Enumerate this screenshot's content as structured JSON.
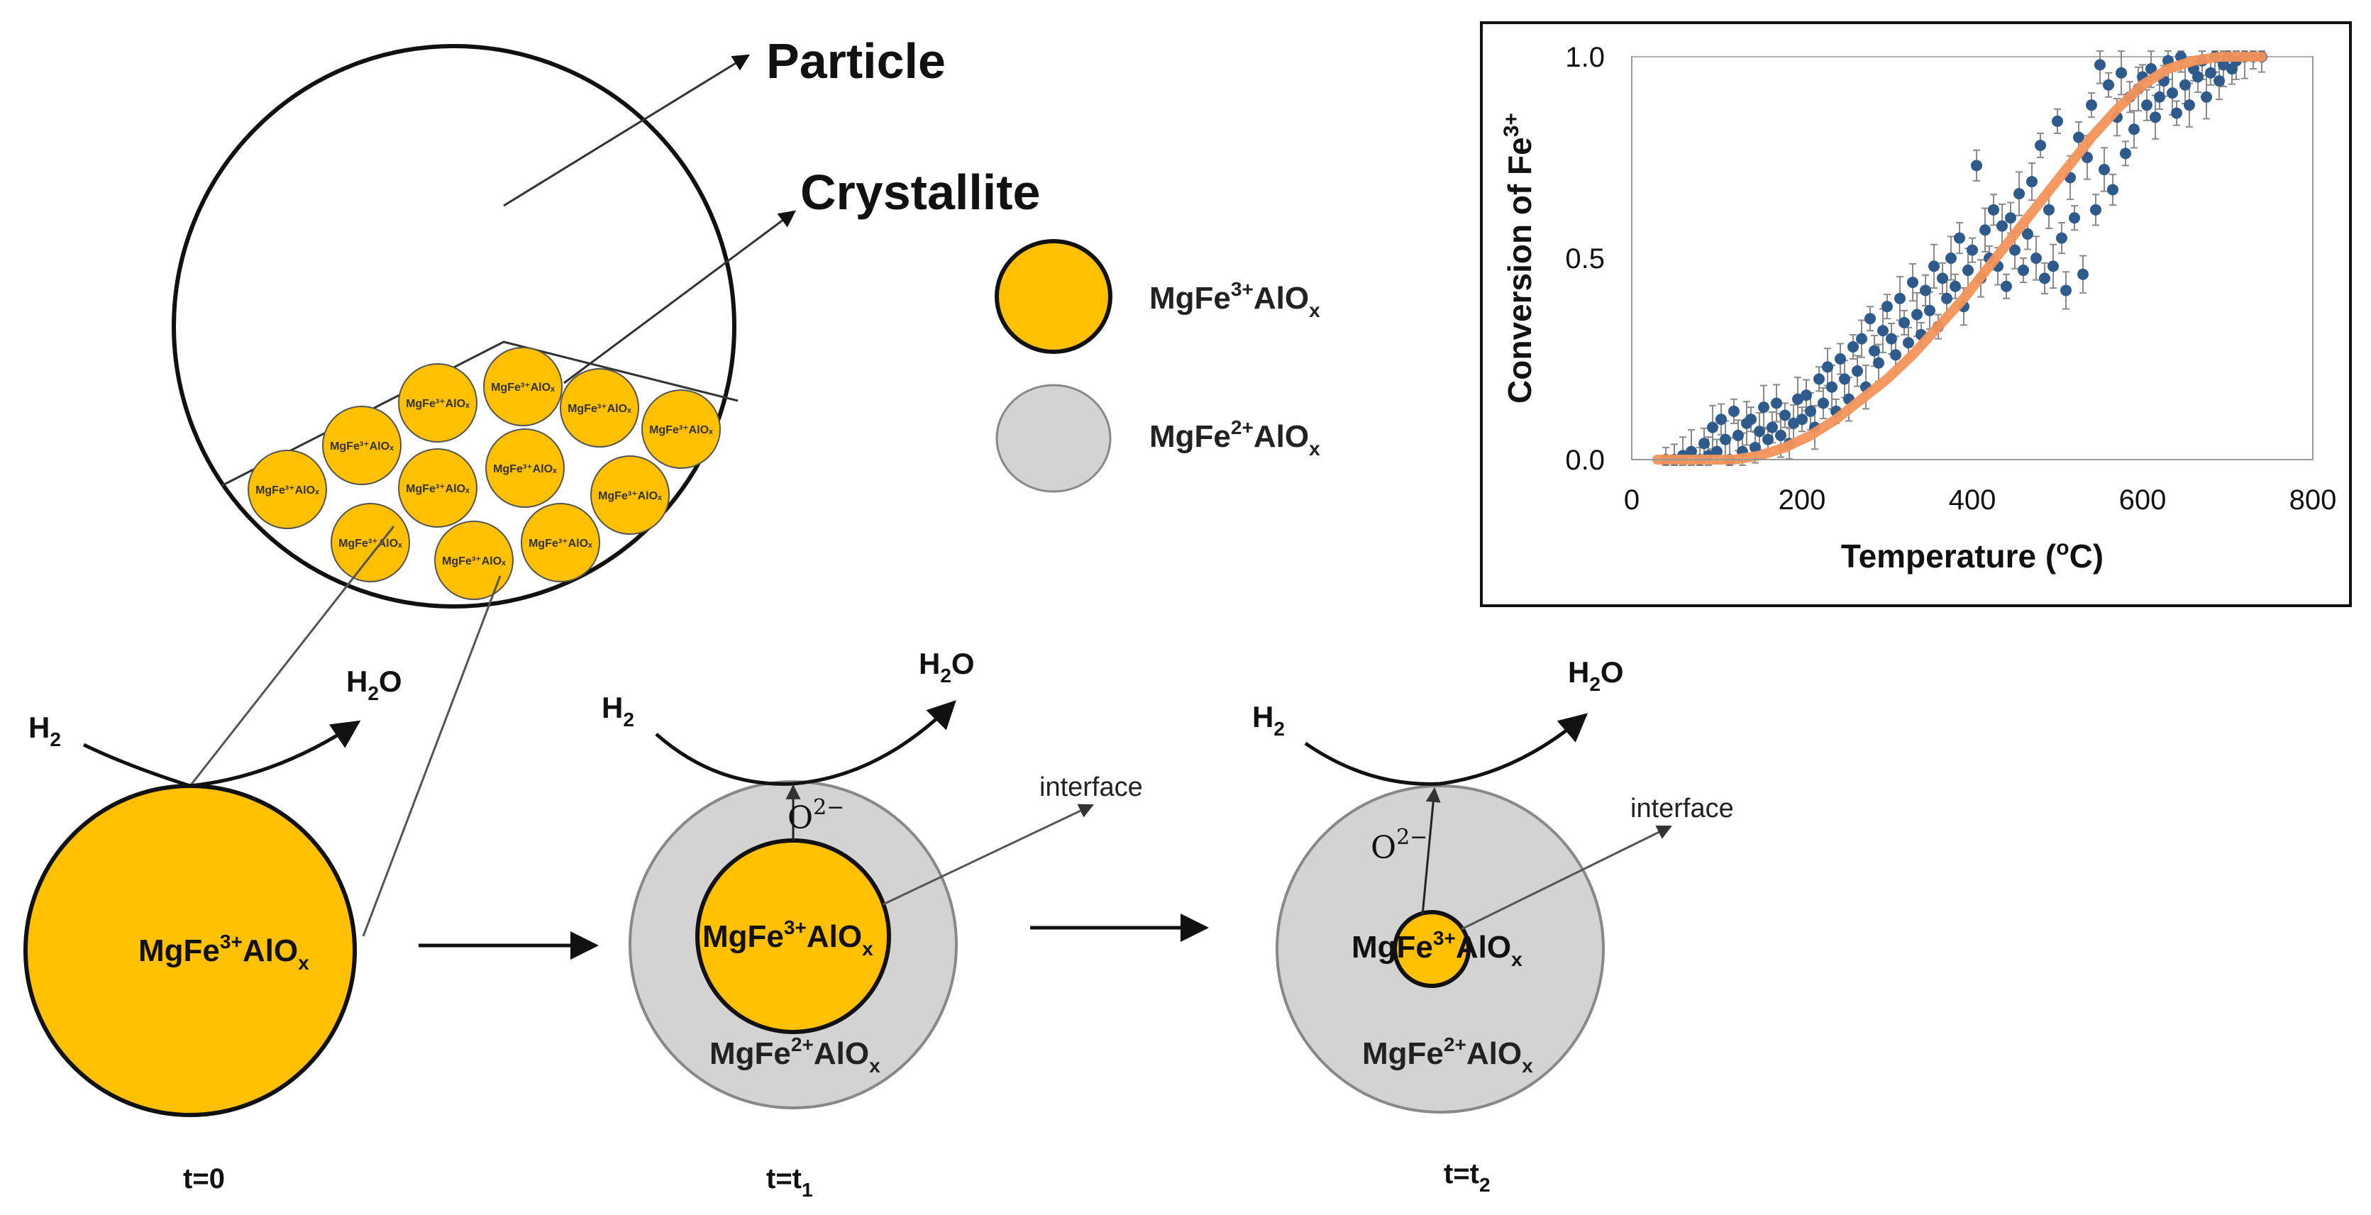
{
  "colors": {
    "fe3": "#FFC000",
    "fe2": "#D3D3D3",
    "outline": "#111111",
    "data_points": "#2F5B8C",
    "fit_curve": "#F4935A",
    "error_bars": "#8A8A8A",
    "gridline": "#B0B0B0"
  },
  "labels": {
    "particle": "Particle",
    "crystallite": "Crystallite",
    "small_crystal": "MgFe³⁺AlOₓ",
    "h2": "H",
    "h2o": "H",
    "sub_2": "2",
    "o_letter": "O",
    "interface": "interface",
    "o2_base": "O",
    "o2_sup": "2−"
  },
  "legend": [
    {
      "id": "fe3",
      "base": "MgFe",
      "sup": "3+",
      "mid": "AlO",
      "sub": "x"
    },
    {
      "id": "fe2",
      "base": "MgFe",
      "sup": "2+",
      "mid": "AlO",
      "sub": "x"
    }
  ],
  "stages": [
    {
      "time": {
        "base": "t=",
        "val": "0",
        "sub": ""
      },
      "core": {
        "base": "MgFe",
        "sup": "3+",
        "mid": "AlO",
        "sub": "x"
      },
      "shell": null,
      "show_interface": false,
      "show_o2": false
    },
    {
      "time": {
        "base": "t=t",
        "val": "",
        "sub": "1"
      },
      "core": {
        "base": "MgFe",
        "sup": "3+",
        "mid": "AlO",
        "sub": "x"
      },
      "shell": {
        "base": "MgFe",
        "sup": "2+",
        "mid": "AlO",
        "sub": "x"
      },
      "show_interface": true,
      "show_o2": true
    },
    {
      "time": {
        "base": "t=t",
        "val": "",
        "sub": "2"
      },
      "core": {
        "base": "MgFe",
        "sup": "3+",
        "mid": "AlO",
        "sub": "x"
      },
      "shell": {
        "base": "MgFe",
        "sup": "2+",
        "mid": "AlO",
        "sub": "x"
      },
      "show_interface": true,
      "show_o2": true
    }
  ],
  "chart_data": {
    "type": "scatter",
    "title": "",
    "xlabel": {
      "base": "Temperature (",
      "sup": "o",
      "rest": "C)"
    },
    "ylabel": {
      "base": "Conversion of Fe",
      "sup": "3+"
    },
    "xlim": [
      0,
      800
    ],
    "ylim": [
      0,
      1.0
    ],
    "xticks": [
      "0",
      "200",
      "400",
      "600",
      "800"
    ],
    "yticks": [
      "0.0",
      "0.5",
      "1.0"
    ],
    "grid": "horizontal line at 1.0 only",
    "legend": "none",
    "series": [
      {
        "kind": "points",
        "x": [
          40,
          50,
          60,
          70,
          80,
          85,
          90,
          95,
          100,
          105,
          110,
          115,
          120,
          125,
          130,
          135,
          140,
          145,
          150,
          155,
          160,
          165,
          170,
          175,
          180,
          185,
          190,
          195,
          200,
          205,
          210,
          215,
          220,
          225,
          230,
          235,
          240,
          245,
          250,
          255,
          260,
          265,
          270,
          275,
          280,
          285,
          290,
          295,
          300,
          305,
          310,
          315,
          320,
          325,
          330,
          335,
          340,
          345,
          350,
          355,
          360,
          365,
          370,
          375,
          380,
          385,
          390,
          395,
          400,
          405,
          410,
          415,
          420,
          425,
          430,
          435,
          440,
          445,
          450,
          455,
          460,
          465,
          470,
          475,
          480,
          485,
          490,
          495,
          500,
          505,
          510,
          515,
          520,
          525,
          530,
          535,
          540,
          545,
          550,
          555,
          560,
          565,
          570,
          575,
          580,
          585,
          590,
          595,
          600,
          605,
          610,
          615,
          620,
          625,
          630,
          635,
          640,
          645,
          650,
          655,
          660,
          665,
          670,
          675,
          680,
          685,
          690,
          695,
          700,
          705,
          710,
          720,
          730,
          740
        ],
        "y": [
          0.0,
          0.0,
          0.01,
          0.02,
          0.0,
          0.04,
          0.01,
          0.08,
          0.02,
          0.1,
          0.05,
          0.0,
          0.12,
          0.06,
          0.02,
          0.09,
          0.1,
          0.03,
          0.07,
          0.13,
          0.05,
          0.08,
          0.14,
          0.06,
          0.11,
          0.04,
          0.09,
          0.15,
          0.1,
          0.16,
          0.12,
          0.08,
          0.2,
          0.14,
          0.23,
          0.18,
          0.12,
          0.25,
          0.2,
          0.15,
          0.28,
          0.22,
          0.3,
          0.18,
          0.35,
          0.27,
          0.24,
          0.32,
          0.38,
          0.3,
          0.26,
          0.4,
          0.34,
          0.29,
          0.44,
          0.36,
          0.31,
          0.42,
          0.37,
          0.48,
          0.33,
          0.45,
          0.4,
          0.5,
          0.43,
          0.55,
          0.38,
          0.47,
          0.52,
          0.73,
          0.45,
          0.57,
          0.5,
          0.62,
          0.48,
          0.58,
          0.43,
          0.6,
          0.52,
          0.66,
          0.47,
          0.56,
          0.69,
          0.5,
          0.78,
          0.45,
          0.62,
          0.48,
          0.84,
          0.55,
          0.42,
          0.7,
          0.6,
          0.8,
          0.46,
          0.75,
          0.88,
          0.62,
          0.98,
          0.72,
          0.93,
          0.67,
          0.85,
          0.96,
          0.76,
          0.9,
          0.82,
          0.92,
          0.95,
          0.88,
          0.97,
          0.85,
          0.9,
          0.94,
          0.99,
          0.91,
          0.86,
          1.0,
          0.93,
          0.88,
          0.97,
          0.95,
          0.99,
          0.9,
          0.96,
          1.0,
          0.94,
          0.98,
          1.0,
          0.97,
          0.99,
          1.0,
          1.0,
          1.0
        ]
      },
      {
        "kind": "fit",
        "x": [
          30,
          60,
          90,
          120,
          150,
          180,
          210,
          240,
          270,
          300,
          330,
          360,
          390,
          420,
          450,
          480,
          510,
          540,
          570,
          600,
          630,
          660,
          690,
          720,
          740
        ],
        "y": [
          0.0,
          0.0,
          0.0,
          0.0,
          0.01,
          0.03,
          0.06,
          0.1,
          0.15,
          0.2,
          0.26,
          0.33,
          0.4,
          0.48,
          0.56,
          0.64,
          0.72,
          0.8,
          0.87,
          0.93,
          0.97,
          0.99,
          1.0,
          1.0,
          1.0
        ]
      }
    ]
  }
}
